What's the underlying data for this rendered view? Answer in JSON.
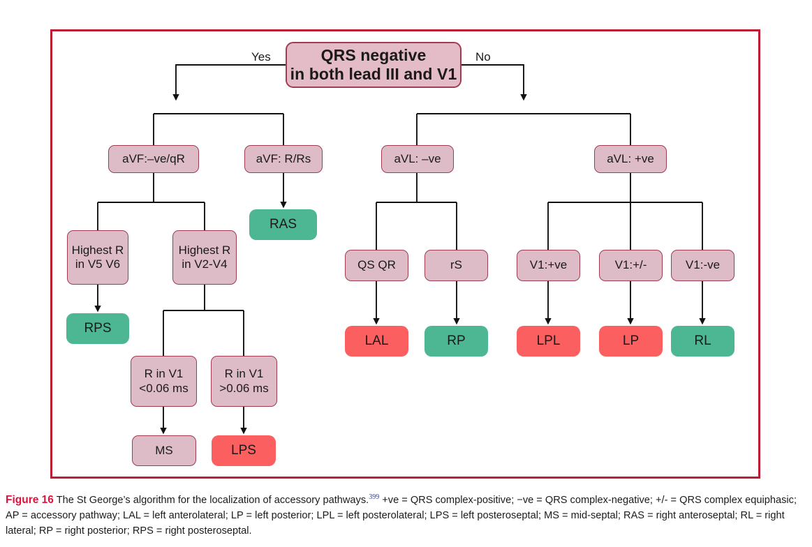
{
  "figure": {
    "frame_color": "#BE1E33",
    "colors": {
      "pink_fill": "#DEBCC7",
      "pink_border": "#9E3B52",
      "green_fill": "#4DB692",
      "red_fill": "#FB5F5F",
      "frame": "#BE1E33",
      "caption_label": "#E0123C",
      "superscript": "#2C3E8C"
    },
    "root": {
      "line1": "QRS negative",
      "line2": "in both lead III and V1"
    },
    "edge_labels": {
      "yes": "Yes",
      "no": "No"
    },
    "nodes": {
      "avf_neg_qr": "aVF:–ve/qR",
      "avf_r_rs": "aVF: R/Rs",
      "ras": "RAS",
      "highest_r_v5v6": "Highest R\nin V5 V6",
      "highest_r_v2v4": "Highest R\nin V2-V4",
      "rps": "RPS",
      "r_v1_lt": "R in V1\n<0.06 ms",
      "r_v1_gt": "R in V1\n>0.06 ms",
      "ms": "MS",
      "lps": "LPS",
      "avl_neg": "aVL: –ve",
      "avl_pos": "aVL: +ve",
      "qs_qr": "QS QR",
      "rs": "rS",
      "lal": "LAL",
      "rp": "RP",
      "v1_pos": "V1:+ve",
      "v1_equi": "V1:+/-",
      "v1_neg": "V1:-ve",
      "lpl": "LPL",
      "lp": "LP",
      "rl": "RL"
    }
  },
  "caption": {
    "figure_label": "Figure 16",
    "text_part1": " The St George’s algorithm for the localization of accessory pathways.",
    "reference": "399",
    "text_part2": " +ve = QRS complex-positive; −ve = QRS complex-negative; +/- = QRS complex equiphasic; AP = accessory pathway; LAL = left anterolateral; LP = left posterior; LPL = left posterolateral; LPS = left posteroseptal; MS = mid-septal; RAS = right anteroseptal; RL = right lateral; RP = right posterior; RPS = right posteroseptal."
  },
  "chart_data": {
    "type": "diagram",
    "title": "The St George's algorithm for the localization of accessory pathways",
    "structure": "decision-tree",
    "tree": {
      "label": "QRS negative in both lead III and V1",
      "children": [
        {
          "edge": "Yes",
          "label": "aVF:–ve/qR",
          "children": [
            {
              "label": "Highest R in V5 V6",
              "children": [
                {
                  "label": "RPS",
                  "terminal": true,
                  "color": "green"
                }
              ]
            },
            {
              "label": "Highest R in V2-V4",
              "children": [
                {
                  "label": "R in V1 <0.06 ms",
                  "children": [
                    {
                      "label": "MS",
                      "terminal": true,
                      "color": "pink"
                    }
                  ]
                },
                {
                  "label": "R in V1 >0.06 ms",
                  "children": [
                    {
                      "label": "LPS",
                      "terminal": true,
                      "color": "red"
                    }
                  ]
                }
              ]
            }
          ]
        },
        {
          "edge": "Yes",
          "label": "aVF: R/Rs",
          "children": [
            {
              "label": "RAS",
              "terminal": true,
              "color": "green"
            }
          ]
        },
        {
          "edge": "No",
          "label": "aVL: –ve",
          "children": [
            {
              "label": "QS QR",
              "children": [
                {
                  "label": "LAL",
                  "terminal": true,
                  "color": "red"
                }
              ]
            },
            {
              "label": "rS",
              "children": [
                {
                  "label": "RP",
                  "terminal": true,
                  "color": "green"
                }
              ]
            }
          ]
        },
        {
          "edge": "No",
          "label": "aVL: +ve",
          "children": [
            {
              "label": "V1:+ve",
              "children": [
                {
                  "label": "LPL",
                  "terminal": true,
                  "color": "red"
                }
              ]
            },
            {
              "label": "V1:+/-",
              "children": [
                {
                  "label": "LP",
                  "terminal": true,
                  "color": "red"
                }
              ]
            },
            {
              "label": "V1:-ve",
              "children": [
                {
                  "label": "RL",
                  "terminal": true,
                  "color": "green"
                }
              ]
            }
          ]
        }
      ]
    }
  }
}
